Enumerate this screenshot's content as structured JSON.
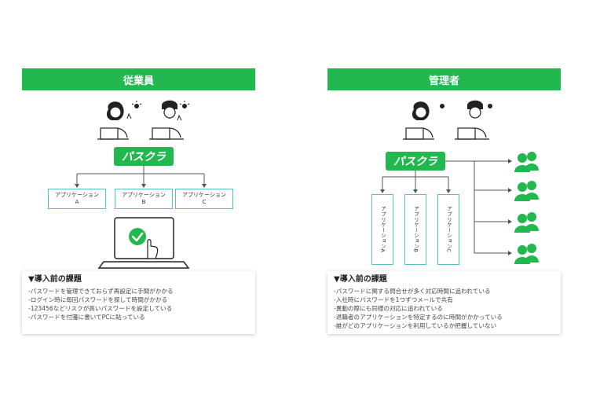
{
  "colors": {
    "accent": "#22b84f",
    "app_border": "#55c3c1",
    "line": "#555555"
  },
  "employee": {
    "header": "従業員",
    "logo": "パスクラ",
    "apps": [
      {
        "label": "アプリケーション",
        "letter": "A"
      },
      {
        "label": "アプリケーション",
        "letter": "B"
      },
      {
        "label": "アプリケーション",
        "letter": "C"
      }
    ],
    "issues_title": "▼導入前の課題",
    "issues": [
      "-パスワードを管理できておらず再設定に手間がかかる",
      "-ログイン時に毎回パスワードを探して時間がかかる",
      "-123456などリスクが高いパスワードを設定している",
      "-パスワードを付箋に書いてPCに貼っている"
    ]
  },
  "manager": {
    "header": "管理者",
    "logo": "パスクラ",
    "apps": [
      {
        "label": "アプリケーション",
        "letter": "A"
      },
      {
        "label": "アプリケーション",
        "letter": "B"
      },
      {
        "label": "アプリケーション",
        "letter": "C"
      }
    ],
    "user_group_count": 4,
    "issues_title": "▼導入前の課題",
    "issues": [
      "-パスワードに関する問合せが多く対応時間に追われている",
      "-入社時にパスワードを1つずつメールで共有",
      "-異動の際にも同様の対応に追われている",
      "-退職者のアプリケーションを特定するのに時間がかかっている",
      "-誰がどのアプリケーションを利用しているか把握していない"
    ]
  }
}
